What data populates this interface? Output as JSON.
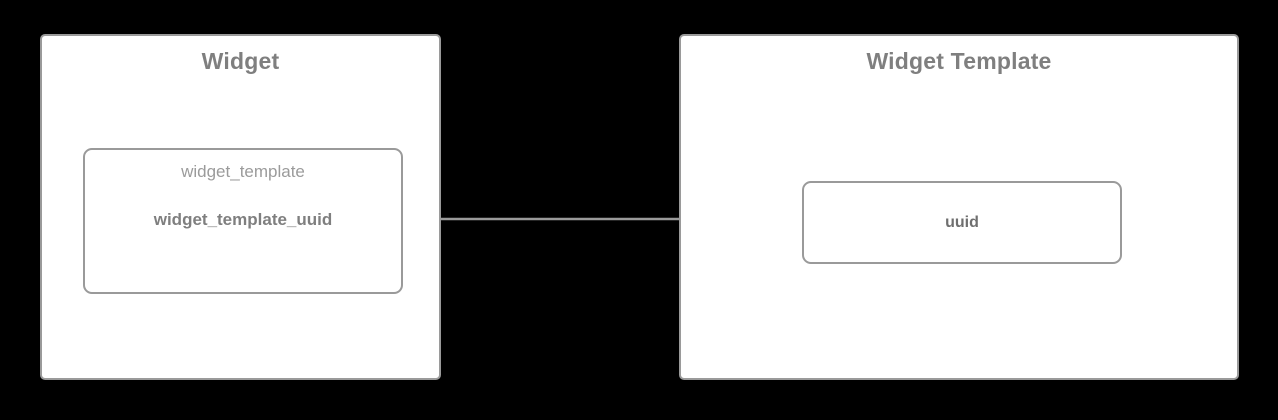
{
  "diagram": {
    "type": "entity-relationship",
    "background_color": "#000000",
    "stroke_color": "#9a9a9a",
    "text_color": "#7f7f7f",
    "muted_text_color": "#9b9b9b",
    "fill_color": "#ffffff"
  },
  "entities": [
    {
      "id": "widget",
      "title": "Widget",
      "attributes": [
        {
          "id": "widget_template",
          "relation_label": "widget_template",
          "key_label": "widget_template_uuid"
        }
      ]
    },
    {
      "id": "widget_template",
      "title": "Widget Template",
      "attributes": [
        {
          "id": "uuid",
          "key_label": "uuid"
        }
      ]
    }
  ],
  "connector": {
    "id": "widget-to-widget-template",
    "from": "widget.widget_template_uuid",
    "to": "widget_template.uuid",
    "style": "solid",
    "arrowhead": "filled-triangle",
    "color": "#9a9a9a",
    "label": ""
  }
}
